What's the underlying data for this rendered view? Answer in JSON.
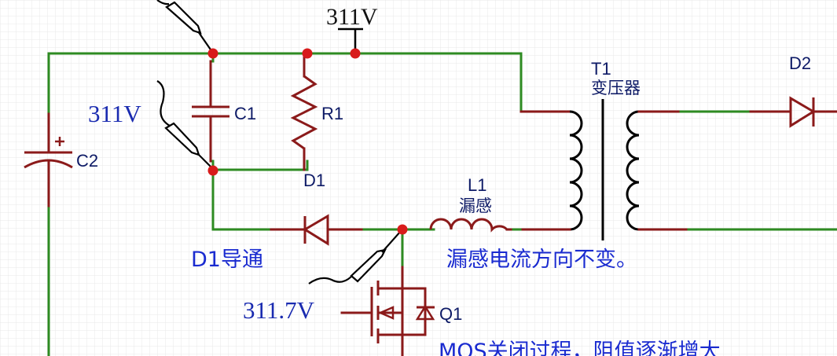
{
  "colors": {
    "wire": "#2e8b22",
    "component": "#8b1a1a",
    "junction": "#d81b1b",
    "label": "#0d1a66",
    "annotation": "#1a2bd0",
    "grid": "#e6e6e6"
  },
  "components": {
    "c2": {
      "ref": "C2",
      "polarity": "+"
    },
    "c1": {
      "ref": "C1"
    },
    "r1": {
      "ref": "R1"
    },
    "d1": {
      "ref": "D1"
    },
    "d2": {
      "ref": "D2"
    },
    "l1": {
      "ref": "L1",
      "desc": "漏感"
    },
    "t1": {
      "ref": "T1",
      "desc": "变压器"
    },
    "q1": {
      "ref": "Q1"
    }
  },
  "probes": {
    "top_rail": "311V",
    "c1_node": "311V",
    "drain_node": "311.7V"
  },
  "annotations": {
    "d1_state": "D1导通",
    "leakage_current": "漏感电流方向不变。",
    "mos_state": "MOS关闭过程，阻值逐渐增大"
  }
}
